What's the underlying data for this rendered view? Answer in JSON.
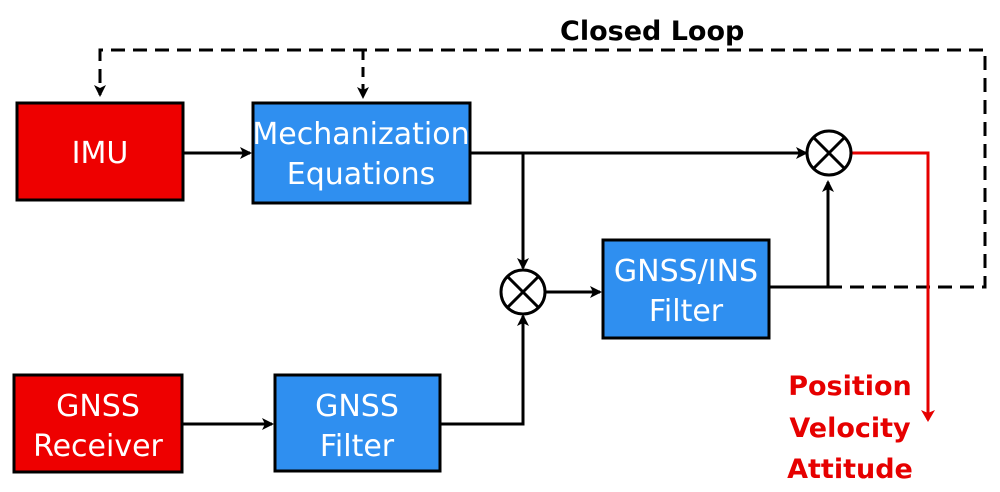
{
  "title": "Closed Loop",
  "blocks": {
    "imu": {
      "line1": "IMU"
    },
    "mech": {
      "line1": "Mechanization",
      "line2": "Equations"
    },
    "gnss_rx": {
      "line1": "GNSS",
      "line2": "Receiver"
    },
    "gnss_filter": {
      "line1": "GNSS",
      "line2": "Filter"
    },
    "ins_filter": {
      "line1": "GNSS/INS",
      "line2": "Filter"
    }
  },
  "outputs": [
    "Position",
    "Velocity",
    "Attitude"
  ],
  "colors": {
    "red_block": "#ee0000",
    "blue_block": "#2f8ff0",
    "output_red": "#e60000",
    "line": "#000000"
  }
}
